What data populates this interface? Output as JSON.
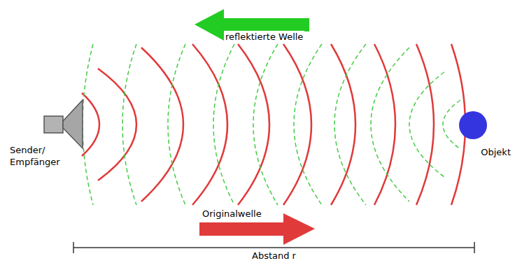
{
  "diagram": {
    "nodes": [
      {
        "text": [
          "Sender/ Empfänger"
        ]
      },
      {
        "text": [
          "Objekt"
        ]
      }
    ],
    "labels": [
      "reflektierte Welle",
      "Originalwelle",
      "Abstand r"
    ]
  }
}
